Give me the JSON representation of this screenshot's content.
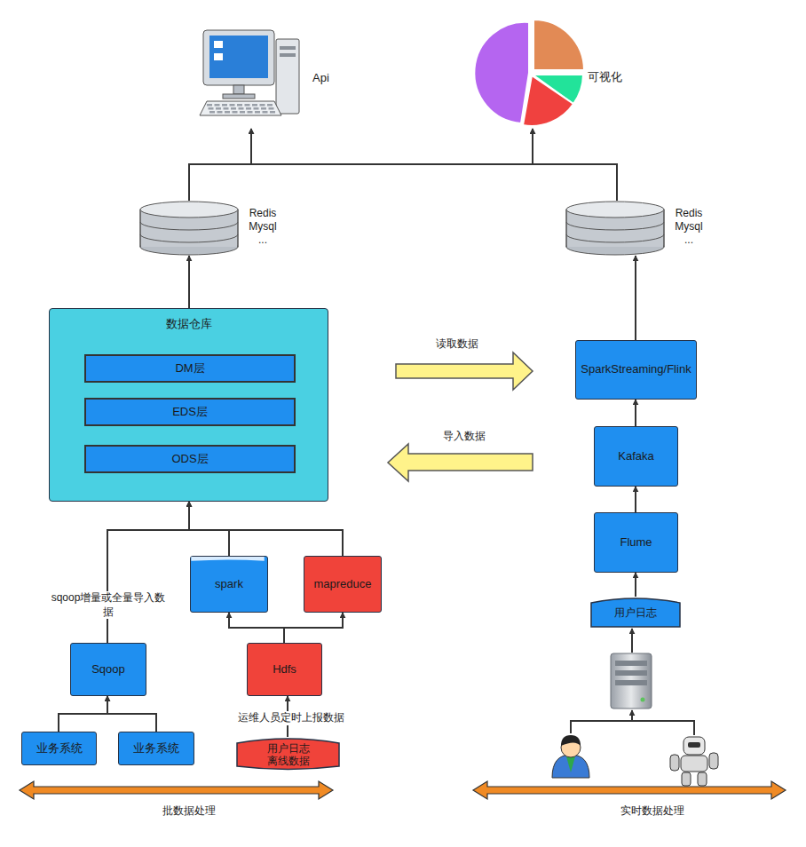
{
  "diagram": {
    "nodes": [
      {
        "text": [
          "Api"
        ]
      },
      {
        "text": [
          "可视化"
        ]
      },
      {
        "text": [
          "Redis Mysql ..."
        ]
      },
      {
        "text": [
          "Redis Mysql ..."
        ]
      },
      {
        "text": [
          "数据仓库"
        ]
      },
      {
        "text": [
          "DM层"
        ],
        "in": 4
      },
      {
        "text": [
          "EDS层"
        ],
        "in": 4
      },
      {
        "text": [
          "ODS层"
        ],
        "in": 4
      },
      {
        "text": [
          "SparkStreaming/Flink"
        ]
      },
      {
        "text": [
          "Kafaka"
        ]
      },
      {
        "text": [
          "Flume"
        ]
      },
      {
        "text": [
          "spark"
        ]
      },
      {
        "text": [
          "mapreduce"
        ]
      },
      {
        "text": [
          "用户日志"
        ]
      },
      {
        "text": [
          "Sqoop"
        ]
      },
      {
        "text": [
          "Hdfs"
        ]
      },
      {
        "text": [
          "业务系统"
        ]
      },
      {
        "text": [
          "业务系统"
        ]
      },
      {
        "text": [
          "用户日志 离线数据"
        ]
      }
    ],
    "edges": [
      {
        "from": 2,
        "to": 0,
        "arrow": "to"
      },
      {
        "from": 2,
        "to": 1,
        "arrow": "to"
      },
      {
        "from": 3,
        "to": 0,
        "arrow": "to"
      },
      {
        "from": 3,
        "to": 1,
        "arrow": "to"
      },
      {
        "from": 4,
        "to": 2,
        "arrow": "to"
      },
      {
        "from": 8,
        "to": 3,
        "arrow": "to"
      },
      {
        "from": 9,
        "to": 8,
        "arrow": "to"
      },
      {
        "from": 10,
        "to": 9,
        "arrow": "to"
      },
      {
        "from": 13,
        "to": 10,
        "arrow": "to"
      },
      {
        "from": 11,
        "to": 4,
        "arrow": "to"
      },
      {
        "from": 12,
        "to": 4,
        "arrow": "to"
      },
      {
        "from": 14,
        "to": 4,
        "label": "sqoop增量或全量导入数据",
        "arrow": "to"
      },
      {
        "from": 15,
        "to": 11,
        "arrow": "to"
      },
      {
        "from": 15,
        "to": 12,
        "arrow": "to"
      },
      {
        "from": 16,
        "to": 14,
        "arrow": "to"
      },
      {
        "from": 17,
        "to": 14,
        "arrow": "to"
      },
      {
        "from": 18,
        "to": 15,
        "label": "运维人员定时上报数据",
        "arrow": "to"
      }
    ],
    "labels": [
      "读取数据",
      "导入数据",
      "批数据处理",
      "实时数据处理"
    ]
  }
}
